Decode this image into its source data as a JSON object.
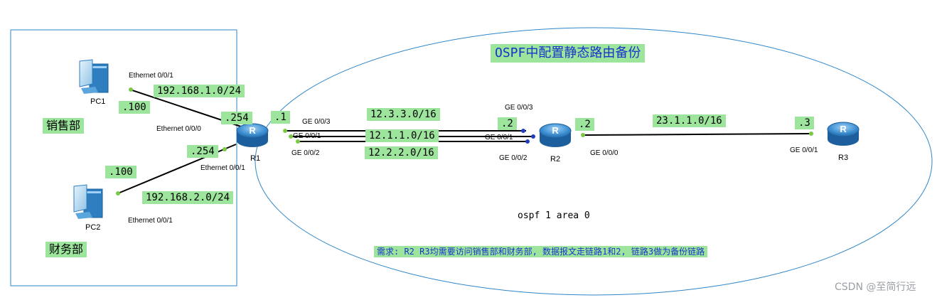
{
  "title": "OSPF中配置静态路由备份",
  "area_label": "ospf 1 area 0",
  "requirement": "需求: R2 R3均需要访问销售部和财务部, 数据报文走链路1和2, 链路3做为备份链路",
  "departments": {
    "sales": "销售部",
    "finance": "财务部"
  },
  "devices": {
    "pc1": "PC1",
    "pc2": "PC2",
    "r1": "R1",
    "r2": "R2",
    "r3": "R3"
  },
  "networks": {
    "pc1_net": "192.168.1.0/24",
    "pc2_net": "192.168.2.0/24",
    "link3": "12.3.3.0/16",
    "link1": "12.1.1.0/16",
    "link2": "12.2.2.0/16",
    "r2_r3": "23.1.1.0/16"
  },
  "addresses": {
    "pc1": ".100",
    "r1_to_pc1": ".254",
    "pc2": ".100",
    "r1_to_pc2": ".254",
    "r1_links": ".1",
    "r2_links": ".2",
    "r2_to_r3": ".2",
    "r3": ".3"
  },
  "interfaces": {
    "pc1_if": "Ethernet 0/0/1",
    "r1_e000": "Ethernet 0/0/0",
    "r1_e001": "Ethernet 0/0/1",
    "pc2_if": "Ethernet 0/0/1",
    "r1_ge003": "GE 0/0/3",
    "r1_ge001": "GE 0/0/1",
    "r1_ge002": "GE 0/0/2",
    "r2_ge003": "GE 0/0/3",
    "r2_ge001": "GE 0/0/1",
    "r2_ge002": "GE 0/0/2",
    "r2_ge000": "GE 0/0/0",
    "r3_ge001": "GE 0/0/1"
  },
  "watermark": "CSDN @至简行远",
  "colors": {
    "label_bg": "#9de59d",
    "title_text": "#1a33cc",
    "boundary": "#2e86c9",
    "router_body": "#3d8fd1",
    "link": "#000000",
    "port_dot_green": "#7ac943",
    "port_dot_blue": "#1f3fbf"
  }
}
